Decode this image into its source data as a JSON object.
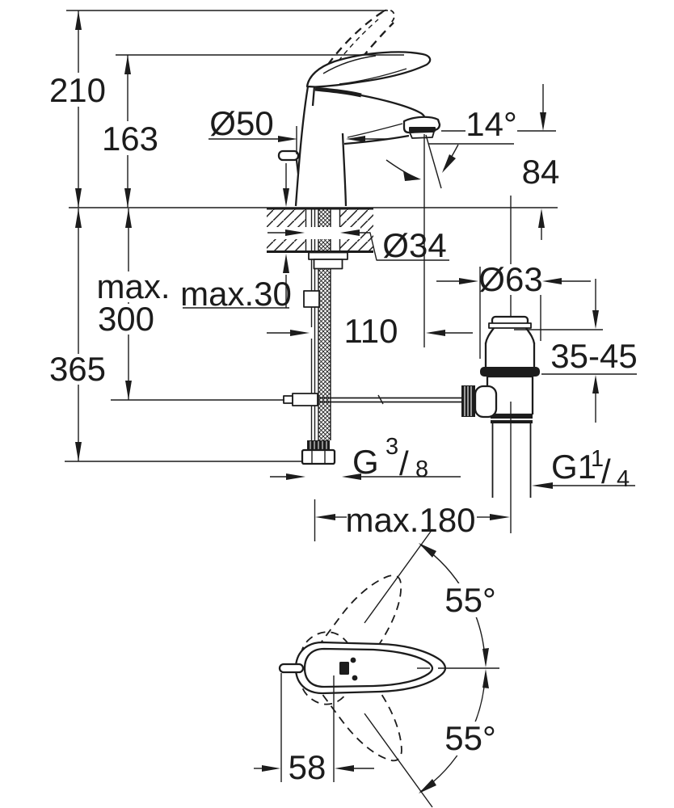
{
  "drawing": {
    "background": "#ffffff",
    "ink": "#1c1c1c",
    "labels": {
      "overall_height": "210",
      "spout_tip_height": "163",
      "base_diameter": "Ø50",
      "stream_angle": "14°",
      "outlet_height": "84",
      "deck_max_thickness": "max.30",
      "hole_diameter": "Ø34",
      "rod_depth_max_word": "max.",
      "rod_depth_max_value": "300",
      "spout_reach": "110",
      "waste_flange_diameter": "Ø63",
      "basin_clamp_range": "35-45",
      "hose_length": "365",
      "supply_thread_base": "G",
      "supply_thread_numerator": "3",
      "supply_thread_slash": "/",
      "supply_thread_denominator": "8",
      "waste_thread_base": "G1",
      "waste_thread_numerator": "1",
      "waste_thread_slash": "/",
      "waste_thread_denominator": "4",
      "hole_pitch_max": "max.180",
      "handle_swing_upper": "55°",
      "handle_swing_lower": "55°",
      "handle_pin_offset": "58"
    }
  }
}
